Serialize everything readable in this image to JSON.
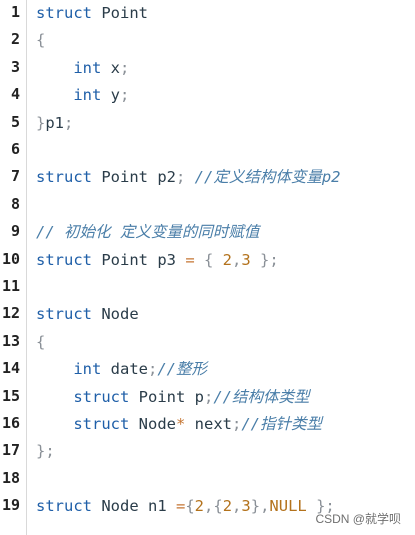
{
  "editor": {
    "lines": [
      {
        "n": "1",
        "tokens": [
          {
            "t": "struct ",
            "c": "kw"
          },
          {
            "t": "Point",
            "c": ""
          }
        ]
      },
      {
        "n": "2",
        "tokens": [
          {
            "t": "{",
            "c": "pn"
          }
        ]
      },
      {
        "n": "3",
        "tokens": [
          {
            "t": "    ",
            "c": ""
          },
          {
            "t": "int",
            "c": "kw"
          },
          {
            "t": " x",
            "c": ""
          },
          {
            "t": ";",
            "c": "pn"
          }
        ]
      },
      {
        "n": "4",
        "tokens": [
          {
            "t": "    ",
            "c": ""
          },
          {
            "t": "int",
            "c": "kw"
          },
          {
            "t": " y",
            "c": ""
          },
          {
            "t": ";",
            "c": "pn"
          }
        ]
      },
      {
        "n": "5",
        "tokens": [
          {
            "t": "}",
            "c": "pn"
          },
          {
            "t": "p1",
            "c": ""
          },
          {
            "t": ";",
            "c": "pn"
          }
        ]
      },
      {
        "n": "6",
        "tokens": []
      },
      {
        "n": "7",
        "tokens": [
          {
            "t": "struct ",
            "c": "kw"
          },
          {
            "t": "Point p2",
            "c": ""
          },
          {
            "t": "; ",
            "c": "pn"
          },
          {
            "t": "//定义结构体变量p2",
            "c": "cm"
          }
        ]
      },
      {
        "n": "8",
        "tokens": []
      },
      {
        "n": "9",
        "tokens": [
          {
            "t": "// 初始化 定义变量的同时赋值",
            "c": "cm"
          }
        ]
      },
      {
        "n": "10",
        "tokens": [
          {
            "t": "struct ",
            "c": "kw"
          },
          {
            "t": "Point p3 ",
            "c": ""
          },
          {
            "t": "=",
            "c": "op"
          },
          {
            "t": " { ",
            "c": "pn"
          },
          {
            "t": "2",
            "c": "nm"
          },
          {
            "t": ",",
            "c": "pn"
          },
          {
            "t": "3",
            "c": "nm"
          },
          {
            "t": " };",
            "c": "pn"
          }
        ]
      },
      {
        "n": "11",
        "tokens": []
      },
      {
        "n": "12",
        "tokens": [
          {
            "t": "struct ",
            "c": "kw"
          },
          {
            "t": "Node",
            "c": ""
          }
        ]
      },
      {
        "n": "13",
        "tokens": [
          {
            "t": "{",
            "c": "pn"
          }
        ]
      },
      {
        "n": "14",
        "tokens": [
          {
            "t": "    ",
            "c": ""
          },
          {
            "t": "int",
            "c": "kw"
          },
          {
            "t": " date",
            "c": ""
          },
          {
            "t": ";",
            "c": "pn"
          },
          {
            "t": "//整形",
            "c": "cm"
          }
        ]
      },
      {
        "n": "15",
        "tokens": [
          {
            "t": "    ",
            "c": ""
          },
          {
            "t": "struct ",
            "c": "kw"
          },
          {
            "t": "Point p",
            "c": ""
          },
          {
            "t": ";",
            "c": "pn"
          },
          {
            "t": "//结构体类型",
            "c": "cm"
          }
        ]
      },
      {
        "n": "16",
        "tokens": [
          {
            "t": "    ",
            "c": ""
          },
          {
            "t": "struct ",
            "c": "kw"
          },
          {
            "t": "Node",
            "c": ""
          },
          {
            "t": "*",
            "c": "op"
          },
          {
            "t": " next",
            "c": ""
          },
          {
            "t": ";",
            "c": "pn"
          },
          {
            "t": "//指针类型",
            "c": "cm"
          }
        ]
      },
      {
        "n": "17",
        "tokens": [
          {
            "t": "};",
            "c": "pn"
          }
        ]
      },
      {
        "n": "18",
        "tokens": []
      },
      {
        "n": "19",
        "tokens": [
          {
            "t": "struct ",
            "c": "kw"
          },
          {
            "t": "Node n1 ",
            "c": ""
          },
          {
            "t": "=",
            "c": "op"
          },
          {
            "t": "{",
            "c": "pn"
          },
          {
            "t": "2",
            "c": "nm"
          },
          {
            "t": ",",
            "c": "pn"
          },
          {
            "t": "{",
            "c": "pn"
          },
          {
            "t": "2",
            "c": "nm"
          },
          {
            "t": ",",
            "c": "pn"
          },
          {
            "t": "3",
            "c": "nm"
          },
          {
            "t": "}",
            "c": "pn"
          },
          {
            "t": ",",
            "c": "pn"
          },
          {
            "t": "NULL",
            "c": "nm"
          },
          {
            "t": " };",
            "c": "pn"
          }
        ]
      }
    ]
  },
  "watermark": "CSDN @就学呗"
}
